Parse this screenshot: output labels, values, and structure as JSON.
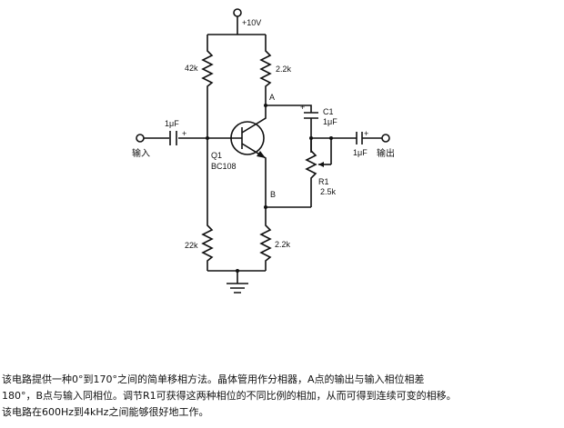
{
  "circuit": {
    "supply": "+10V",
    "r_42k": "42k",
    "r_22k_top": "2.2k",
    "r_22k_left": "22k",
    "r_22k_bottom": "2.2k",
    "node_a": "A",
    "node_b": "B",
    "cap_in": "1μF",
    "cap_in_pol": "+",
    "cap_c1_name": "C1",
    "cap_c1_val": "1μF",
    "cap_c1_pol": "+",
    "cap_out_pol": "+",
    "cap_out": "1μF",
    "transistor_ref": "Q1",
    "transistor_type": "BC108",
    "pot_name": "R1",
    "pot_val": "2.5k",
    "input_label": "输入",
    "output_label": "输出"
  },
  "caption": {
    "line1": "该电路提供一种0°到170°之间的简单移相方法。晶体管用作分相器，A点的输出与输入相位相差",
    "line2": "180°，B点与输入同相位。调节R1可获得这两种相位的不同比例的相加，从而可得到连续可变的相移。",
    "line3": "该电路在600Hz到4kHz之间能够很好地工作。"
  }
}
